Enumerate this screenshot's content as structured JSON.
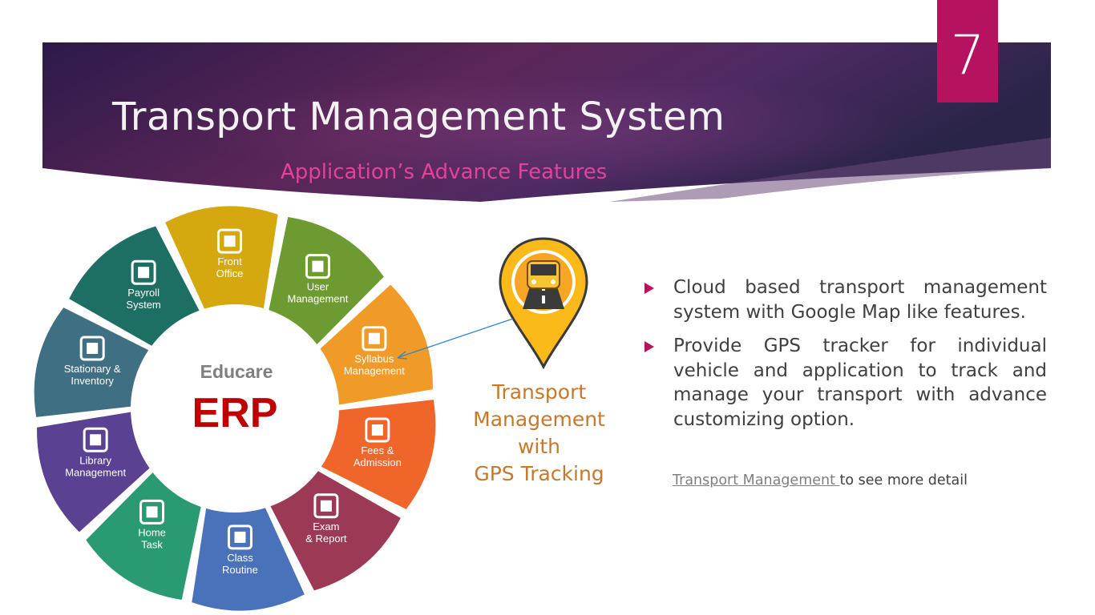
{
  "slide": {
    "number": "7",
    "title": "Transport Management System",
    "subtitle": "Application’s Advance Features"
  },
  "wheel": {
    "center_top": "Educare",
    "center_main": "ERP",
    "segments": [
      {
        "lines": [
          "Front",
          "Office"
        ],
        "color": "#d4a80e",
        "icon": "desk-person-icon"
      },
      {
        "lines": [
          "User",
          "Management"
        ],
        "color": "#6e9b31",
        "icon": "user-icon"
      },
      {
        "lines": [
          "Syllabus",
          "Management"
        ],
        "color": "#f09a28",
        "icon": "syllabus-icon"
      },
      {
        "lines": [
          "Fees &",
          "Admission"
        ],
        "color": "#f0652a",
        "icon": "rupee-receipt-icon"
      },
      {
        "lines": [
          "Exam",
          "& Report"
        ],
        "color": "#9c3a55",
        "icon": "exam-report-icon"
      },
      {
        "lines": [
          "Class",
          "Routine"
        ],
        "color": "#4a72bb",
        "icon": "teacher-board-icon"
      },
      {
        "lines": [
          "Home",
          "Task"
        ],
        "color": "#2a9a73",
        "icon": "task-check-icon"
      },
      {
        "lines": [
          "Library",
          "Management"
        ],
        "color": "#5b4192",
        "icon": "binders-icon"
      },
      {
        "lines": [
          "Stationary &",
          "Inventory"
        ],
        "color": "#3f6f82",
        "icon": "grid-icon"
      },
      {
        "lines": [
          "Payroll",
          "System"
        ],
        "color": "#1e6f63",
        "icon": "payroll-icon"
      }
    ]
  },
  "gps": {
    "icon": "bus-location-pin-icon",
    "lines": [
      "Transport",
      "Management",
      "with",
      "GPS Tracking"
    ]
  },
  "bullets": [
    "Cloud based transport management system with Google Map like features.",
    "Provide GPS tracker for individual vehicle and application to track and manage your transport with advance customizing option."
  ],
  "more": {
    "link_text": "Transport Management ",
    "suffix": "to see more detail"
  },
  "colors": {
    "accent": "#b5135f",
    "banner_dark": "#2d1a4c",
    "banner_mid": "#6a2a62",
    "subtitle": "#e0449a",
    "caption": "#c8782a",
    "erp_red": "#c00000"
  }
}
